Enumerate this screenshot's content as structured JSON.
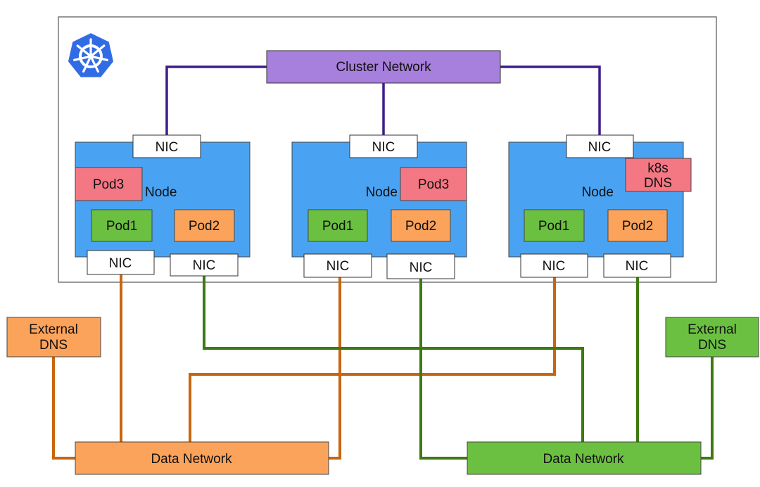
{
  "colors": {
    "node_fill": "#4aa3f2",
    "cluster_net_fill": "#a77fdc",
    "cluster_link": "#3f1d8a",
    "pod1_fill": "#6cc041",
    "pod2_fill": "#fca35b",
    "pod3_fill": "#f47784",
    "orange_link": "#c8660f",
    "green_link": "#3d7a0f",
    "k8s_logo": "#326ce5"
  },
  "logo": {
    "icon": "kubernetes-helm-icon"
  },
  "cluster_network": {
    "label": "Cluster Network"
  },
  "nic_label": "NIC",
  "node_label": "Node",
  "nodes": [
    {
      "top_nic": "NIC",
      "node_label": "Node",
      "extra_pod": "Pod3",
      "pod1": "Pod1",
      "pod2": "Pod2",
      "nic_a": "NIC",
      "nic_b": "NIC"
    },
    {
      "top_nic": "NIC",
      "node_label": "Node",
      "extra_pod": "Pod3",
      "pod1": "Pod1",
      "pod2": "Pod2",
      "nic_a": "NIC",
      "nic_b": "NIC"
    },
    {
      "top_nic": "NIC",
      "node_label": "Node",
      "extra_pod_line1": "k8s",
      "extra_pod_line2": "DNS",
      "pod1": "Pod1",
      "pod2": "Pod2",
      "nic_a": "NIC",
      "nic_b": "NIC"
    }
  ],
  "external_dns_left": {
    "line1": "External",
    "line2": "DNS"
  },
  "external_dns_right": {
    "line1": "External",
    "line2": "DNS"
  },
  "data_network_left": {
    "label": "Data Network"
  },
  "data_network_right": {
    "label": "Data Network"
  }
}
